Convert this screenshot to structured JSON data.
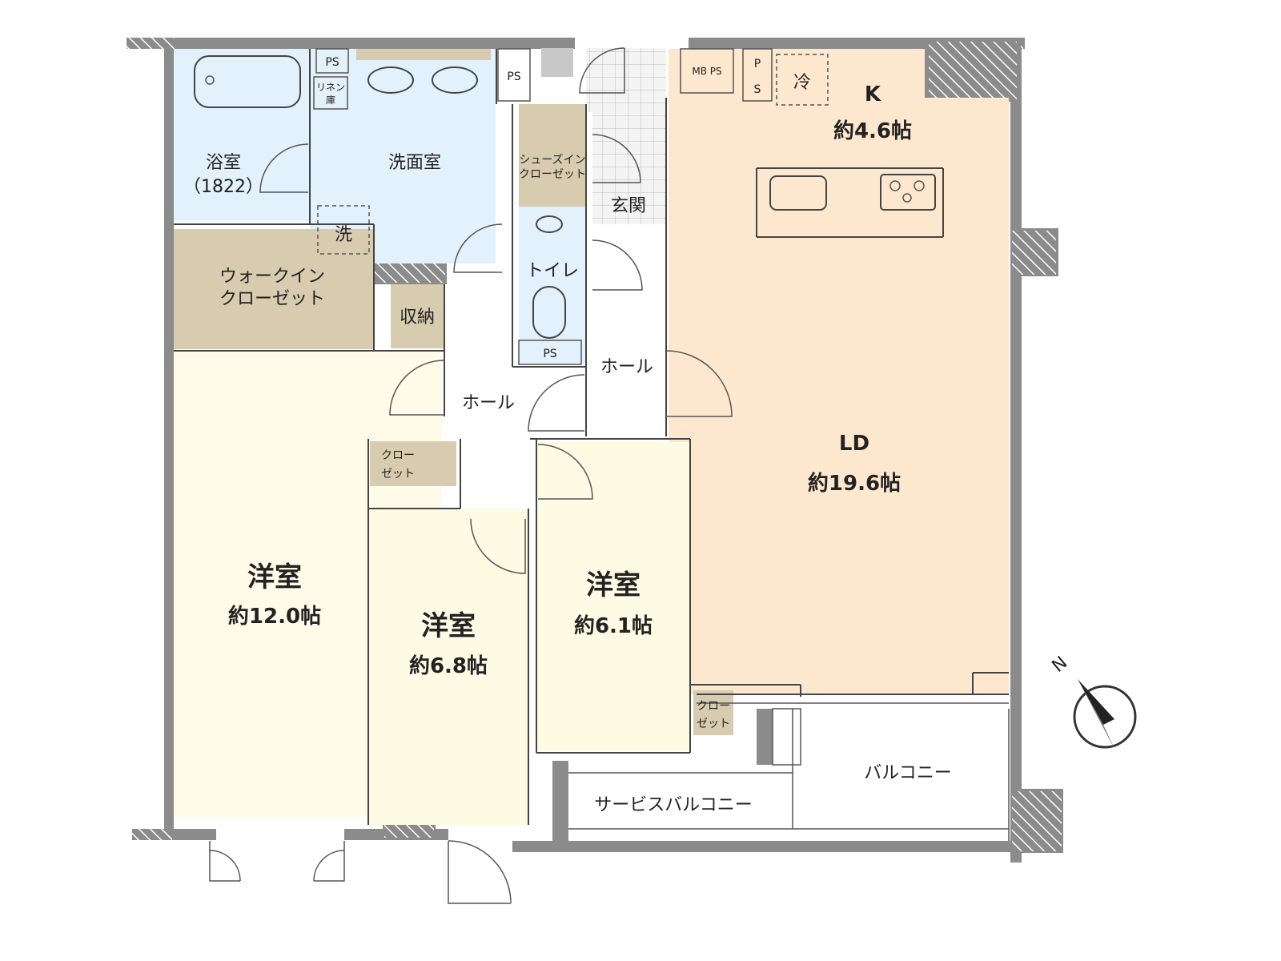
{
  "colors": {
    "wall": "#8b8b8b",
    "wet_area": "#e2f1fb",
    "closet": "#d8ccb0",
    "ld": "#fde8cf",
    "western_large": "#fffbe9",
    "western": "#fdfbe4",
    "hall": "#ffffff",
    "entrance_tile": "#eeeeee"
  },
  "rooms": {
    "bath": {
      "name": "浴室",
      "size": "（1822）"
    },
    "washroom": {
      "name": "洗面室"
    },
    "washer": {
      "symbol": "洗"
    },
    "linen": {
      "line1": "リネン",
      "line2": "庫"
    },
    "wic": {
      "line1": "ウォークイン",
      "line2": "クローゼット"
    },
    "storage": {
      "name": "収納"
    },
    "shoe_closet": {
      "line1": "シューズイン",
      "line2": "クローゼット"
    },
    "entrance": {
      "name": "玄関"
    },
    "toilet": {
      "name": "トイレ"
    },
    "hall_left": {
      "name": "ホール"
    },
    "hall_right": {
      "name": "ホール"
    },
    "kitchen": {
      "name": "K",
      "area": "約4.6帖"
    },
    "fridge": {
      "symbol": "冷"
    },
    "ld": {
      "name": "LD",
      "area": "約19.6帖"
    },
    "western_1": {
      "name": "洋室",
      "area": "約12.0帖"
    },
    "western_2": {
      "name": "洋室",
      "area": "約6.8帖"
    },
    "western_3": {
      "name": "洋室",
      "area": "約6.1帖"
    },
    "closet_a": {
      "line1": "クロー",
      "line2": "ゼット"
    },
    "closet_b": {
      "line1": "クロー",
      "line2": "ゼット"
    },
    "balcony": {
      "name": "バルコニー"
    },
    "service_balcony": {
      "name": "サービスバルコニー"
    }
  },
  "shafts": {
    "ps_bath": "PS",
    "ps_wash": "PS",
    "ps_toilet": "PS",
    "mb_ps": "MB PS",
    "ps_kitchen_p": "P",
    "ps_kitchen_s": "S"
  },
  "compass": {
    "north": "N"
  }
}
